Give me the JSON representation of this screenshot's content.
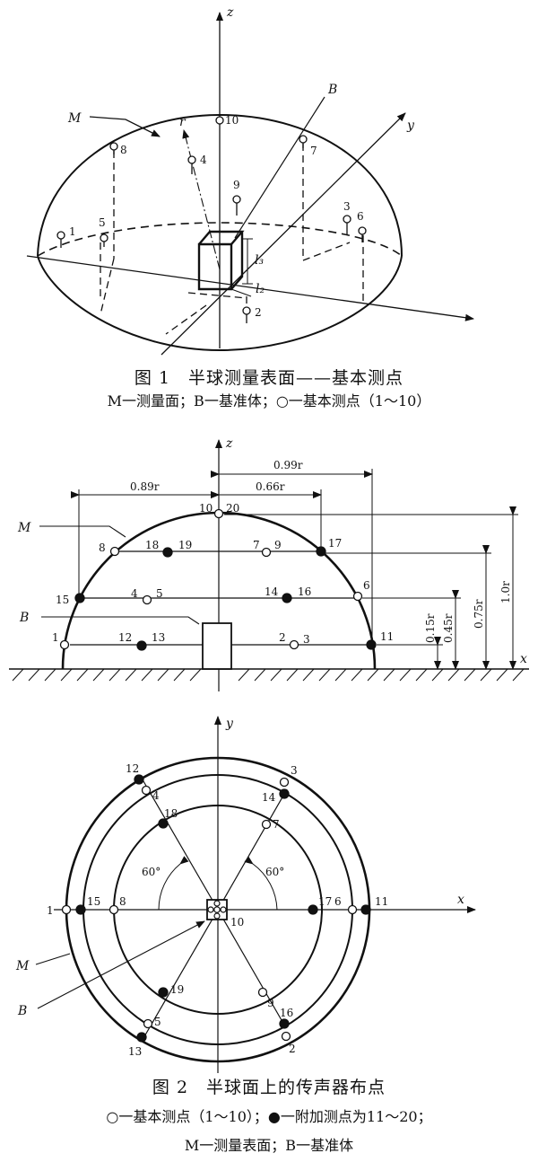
{
  "figure1": {
    "caption_title": "图 1　半球测量表面——基本测点",
    "caption_legend": "M一测量面；B一基准体；○一基本测点（1～10）",
    "axis_labels": {
      "z": "z",
      "y": "y",
      "r": "r"
    },
    "symbols": {
      "M": "M",
      "B": "B",
      "l2": "l₂",
      "l3": "l₃"
    },
    "point_labels": [
      "1",
      "2",
      "3",
      "4",
      "5",
      "6",
      "7",
      "8",
      "9",
      "10"
    ]
  },
  "figure2": {
    "caption_title": "图 2　半球面上的传声器布点",
    "caption_legend": "○一基本测点（1～10）；●一附加测点为11～20；",
    "caption_legend2": "M一测量表面；B一基准体",
    "elevation": {
      "axis_labels": {
        "z": "z",
        "x": "x"
      },
      "symbols": {
        "M": "M",
        "B": "B"
      },
      "dimensions": {
        "d089": "0.89r",
        "d066": "0.66r",
        "d099": "0.99r",
        "h015": "0.15r",
        "h045": "0.45r",
        "h075": "0.75r",
        "h10": "1.0r"
      },
      "point_labels": {
        "p1": "1",
        "p2": "2",
        "p3": "3",
        "p4": "4",
        "p5": "5",
        "p6": "6",
        "p7": "7",
        "p8": "8",
        "p9": "9",
        "p10": "10",
        "p11": "11",
        "p12": "12",
        "p13": "13",
        "p14": "14",
        "p15": "15",
        "p16": "16",
        "p17": "17",
        "p18": "18",
        "p19": "19",
        "p20": "20"
      }
    },
    "plan": {
      "axis_labels": {
        "y": "y",
        "x": "x"
      },
      "symbols": {
        "M": "M",
        "B": "B"
      },
      "angles": [
        "60°",
        "60°"
      ],
      "point_labels": {
        "p1": "1",
        "p2": "2",
        "p3": "3",
        "p4": "4",
        "p5": "5",
        "p6": "6",
        "p7": "7",
        "p8": "8",
        "p9": "9",
        "p10": "10",
        "p11": "11",
        "p12": "12",
        "p13": "13",
        "p14": "14",
        "p15": "15",
        "p16": "16",
        "p17": "17",
        "p18": "18",
        "p19": "19"
      }
    }
  }
}
